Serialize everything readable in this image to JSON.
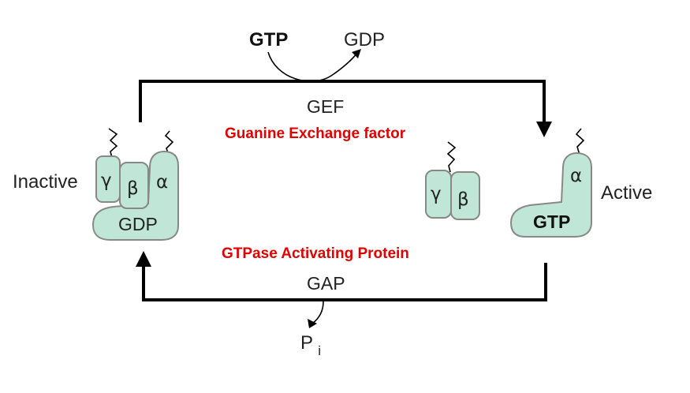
{
  "colors": {
    "protein_fill": "#bfe6d6",
    "protein_stroke": "#888888",
    "annotation_red": "#e00000",
    "line": "#000000"
  },
  "top": {
    "gtp_in": "GTP",
    "gdp_out": "GDP",
    "enzyme": "GEF",
    "enzyme_full": "Guanine Exchange factor"
  },
  "bottom": {
    "enzyme": "GAP",
    "enzyme_full": "GTPase Activating Protein",
    "product": "P",
    "product_sub": "i"
  },
  "inactive": {
    "state_label": "Inactive",
    "gamma": "γ",
    "beta": "β",
    "alpha": "α",
    "nucleotide": "GDP"
  },
  "free_dimer": {
    "gamma": "γ",
    "beta": "β"
  },
  "active": {
    "state_label": "Active",
    "alpha": "α",
    "nucleotide": "GTP"
  }
}
